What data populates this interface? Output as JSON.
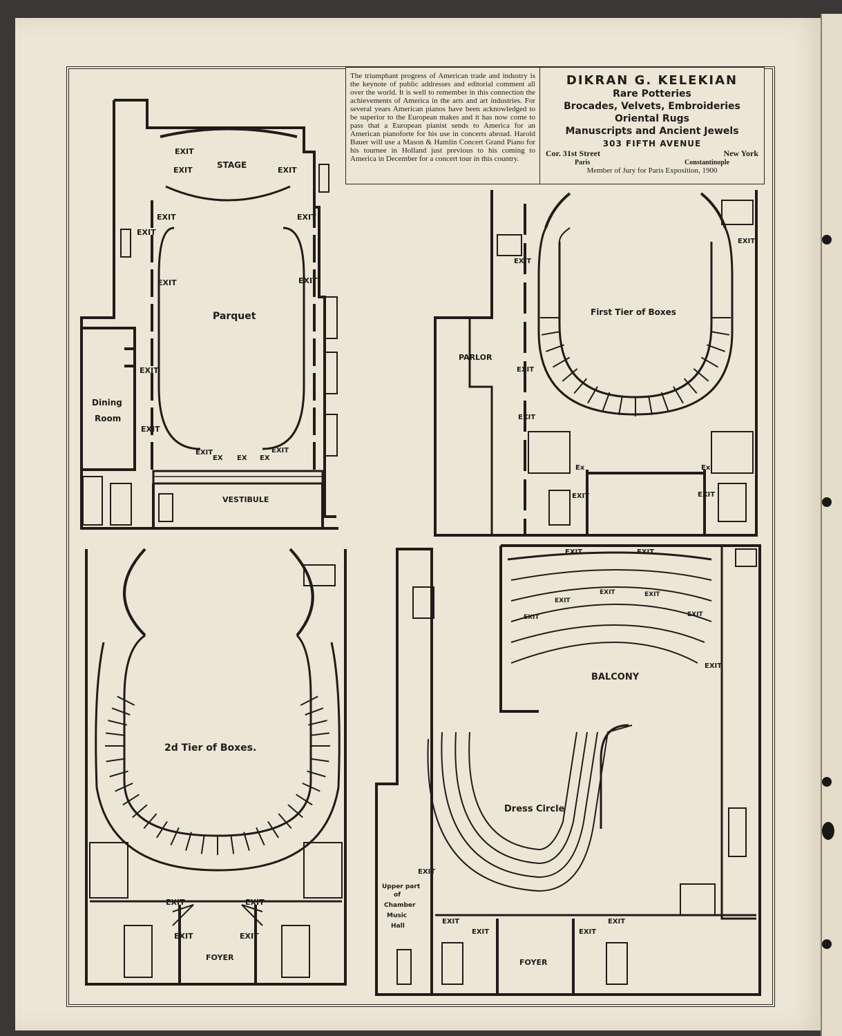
{
  "ad_text": "The triumphant progress of American trade and industry is the keynote of public addresses and editorial comment all over the world. It is well to remember in this connection the achievements of America in the arts and art industries. For several years American pianos have been acknowledged to be superior to the European makes and it has now come to pass that a European pianist sends to America for an American pianoforte for his use in concerts abroad. Harold Bauer will use a Mason & Hamlin Concert Grand Piano for his tournee in Holland just previous to his coming to America in December for a concert tour in this country.",
  "kelekian": {
    "name": "DIKRAN G. KELEKIAN",
    "line1": "Rare Potteries",
    "line2": "Brocades, Velvets, Embroideries",
    "line3": "Oriental Rugs",
    "line4": "Manuscripts and Ancient Jewels",
    "address": "303 FIFTH AVENUE",
    "street": "Cor. 31st Street",
    "city": "New York",
    "branch1": "Paris",
    "branch2": "Constantinople",
    "jury": "Member of Jury for Paris Exposition, 1900"
  },
  "plans": {
    "parquet": {
      "title": "Parquet",
      "stage": "STAGE",
      "vestibule": "VESTIBULE",
      "dining_room_1": "Dining",
      "dining_room_2": "Room",
      "exit": "EXIT",
      "ex": "EX"
    },
    "first_tier": {
      "title": "First Tier of Boxes",
      "parlor": "PARLOR",
      "exit": "EXIT",
      "ex": "Ex"
    },
    "second_tier": {
      "title": "2d Tier of Boxes.",
      "foyer": "FOYER",
      "exit": "EXIT"
    },
    "balcony": {
      "balcony": "BALCONY",
      "dress_circle": "Dress Circle",
      "foyer": "FOYER",
      "exit": "EXIT",
      "hall_1": "Upper part",
      "hall_2": "of",
      "hall_3": "Chamber",
      "hall_4": "Music",
      "hall_5": "Hall"
    }
  }
}
